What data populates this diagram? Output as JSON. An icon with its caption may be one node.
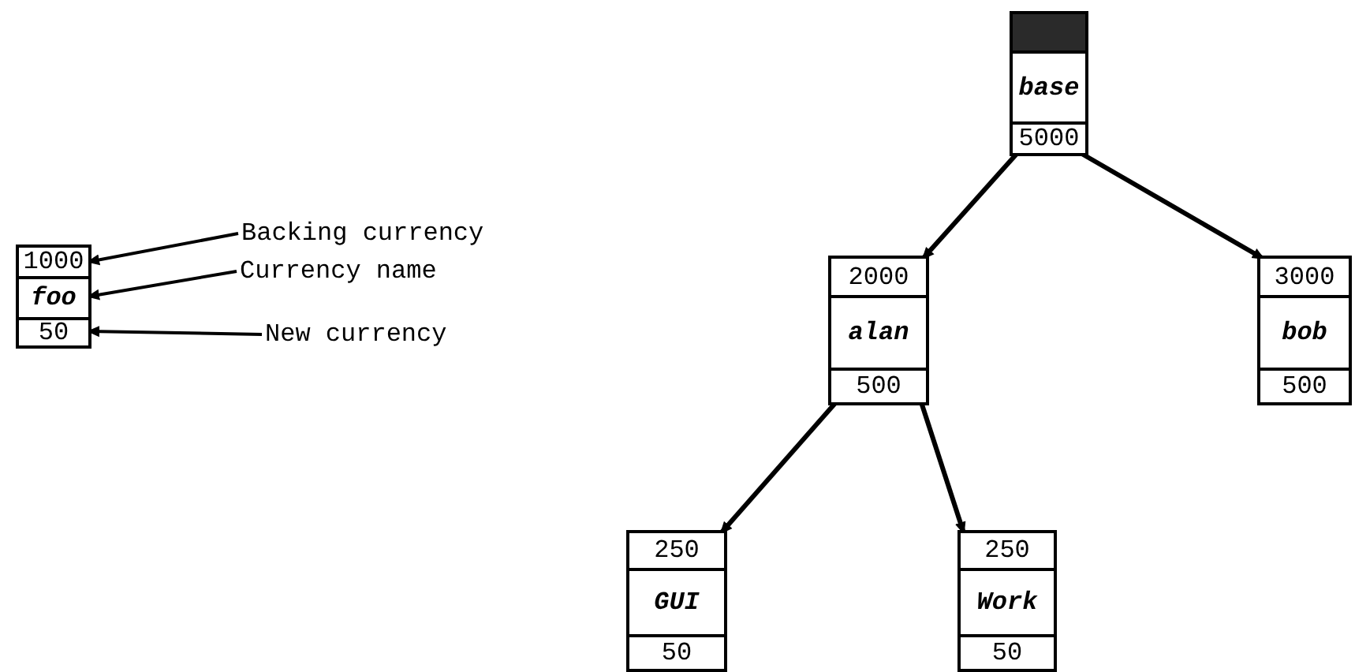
{
  "diagram": {
    "nodes": [
      {
        "text": [],
        "shape": "box"
      },
      {
        "text": [
          "1000"
        ],
        "in": 0
      },
      {
        "text": [
          "foo"
        ],
        "in": 0
      },
      {
        "text": [
          "50"
        ],
        "in": 0
      },
      {
        "text": [
          "Backing currency"
        ]
      },
      {
        "text": [
          "Currency name"
        ]
      },
      {
        "text": [
          "New currency"
        ]
      },
      {
        "text": [],
        "shape": "box"
      },
      {
        "text": [],
        "shape": "bar",
        "in": 7
      },
      {
        "text": [
          "base"
        ],
        "in": 7
      },
      {
        "text": [
          "5000"
        ],
        "in": 7
      },
      {
        "text": [],
        "shape": "box"
      },
      {
        "text": [
          "2000"
        ],
        "in": 11
      },
      {
        "text": [
          "alan"
        ],
        "in": 11
      },
      {
        "text": [
          "500"
        ],
        "in": 11
      },
      {
        "text": [],
        "shape": "box"
      },
      {
        "text": [
          "3000"
        ],
        "in": 15
      },
      {
        "text": [
          "bob"
        ],
        "in": 15
      },
      {
        "text": [
          "500"
        ],
        "in": 15
      },
      {
        "text": [],
        "shape": "box"
      },
      {
        "text": [
          "250"
        ],
        "in": 19
      },
      {
        "text": [
          "GUI"
        ],
        "in": 19
      },
      {
        "text": [
          "50"
        ],
        "in": 19
      },
      {
        "text": [],
        "shape": "box"
      },
      {
        "text": [
          "250"
        ],
        "in": 23
      },
      {
        "text": [
          "Work"
        ],
        "in": 23
      },
      {
        "text": [
          "50"
        ],
        "in": 23
      }
    ],
    "edges": [
      {
        "from": 4,
        "to": 1,
        "arrow": "to"
      },
      {
        "from": 5,
        "to": 2,
        "arrow": "to"
      },
      {
        "from": 6,
        "to": 3,
        "arrow": "to"
      },
      {
        "from": 10,
        "to": 12,
        "arrow": "to"
      },
      {
        "from": 10,
        "to": 16,
        "arrow": "to"
      },
      {
        "from": 14,
        "to": 20,
        "arrow": "to"
      },
      {
        "from": 14,
        "to": 24,
        "arrow": "to"
      }
    ]
  }
}
